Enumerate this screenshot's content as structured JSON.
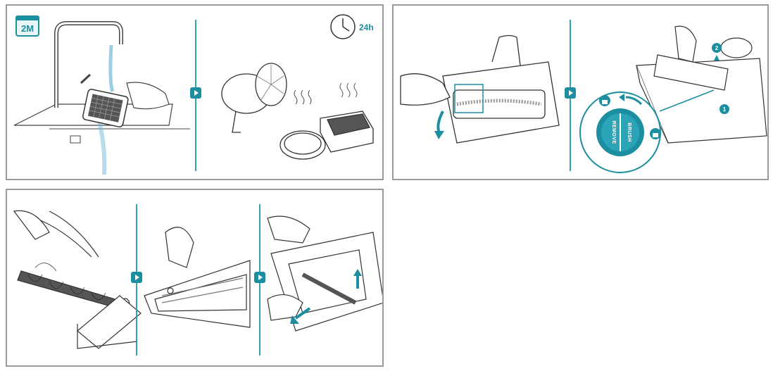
{
  "badge": {
    "label": "2M"
  },
  "timer": {
    "label": "24h"
  },
  "brush_ring": {
    "left_text": "REMOVE",
    "right_text": "BRUSH"
  },
  "steps": {
    "first": "1",
    "second": "2"
  },
  "colors": {
    "accent": "#1b8ea0",
    "line": "#333333",
    "frame": "#9a9a9a"
  }
}
